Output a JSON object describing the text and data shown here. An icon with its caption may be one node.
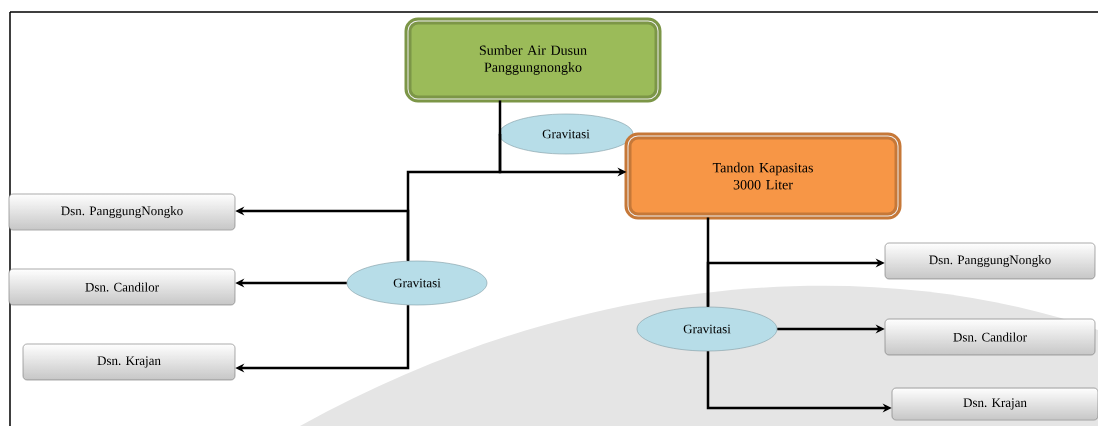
{
  "diagram": {
    "nodes": [
      {
        "text": [
          "Sumber Air Dusun Panggungnongko"
        ]
      },
      {
        "text": [
          "Gravitasi"
        ]
      },
      {
        "text": [
          "Tandon Kapasitas 3000 Liter"
        ]
      },
      {
        "text": [
          "Gravitasi"
        ]
      },
      {
        "text": [
          "Dsn. PanggungNongko"
        ]
      },
      {
        "text": [
          "Dsn. Candilor"
        ]
      },
      {
        "text": [
          "Dsn. Krajan"
        ]
      },
      {
        "text": [
          "Gravitasi"
        ]
      },
      {
        "text": [
          "Dsn. PanggungNongko"
        ]
      },
      {
        "text": [
          "Dsn. Candilor"
        ]
      },
      {
        "text": [
          "Dsn. Krajan"
        ]
      }
    ],
    "edges": [
      {
        "from": 0,
        "to": 1,
        "arrow": "none"
      },
      {
        "from": 1,
        "to": 2,
        "arrow": "to"
      },
      {
        "from": 1,
        "to": 3,
        "arrow": "none"
      },
      {
        "from": 3,
        "to": 4,
        "arrow": "to"
      },
      {
        "from": 3,
        "to": 5,
        "arrow": "to"
      },
      {
        "from": 3,
        "to": 6,
        "arrow": "to"
      },
      {
        "from": 2,
        "to": 7,
        "arrow": "none"
      },
      {
        "from": 7,
        "to": 8,
        "arrow": "to"
      },
      {
        "from": 7,
        "to": 9,
        "arrow": "to"
      },
      {
        "from": 7,
        "to": 10,
        "arrow": "to"
      }
    ]
  }
}
